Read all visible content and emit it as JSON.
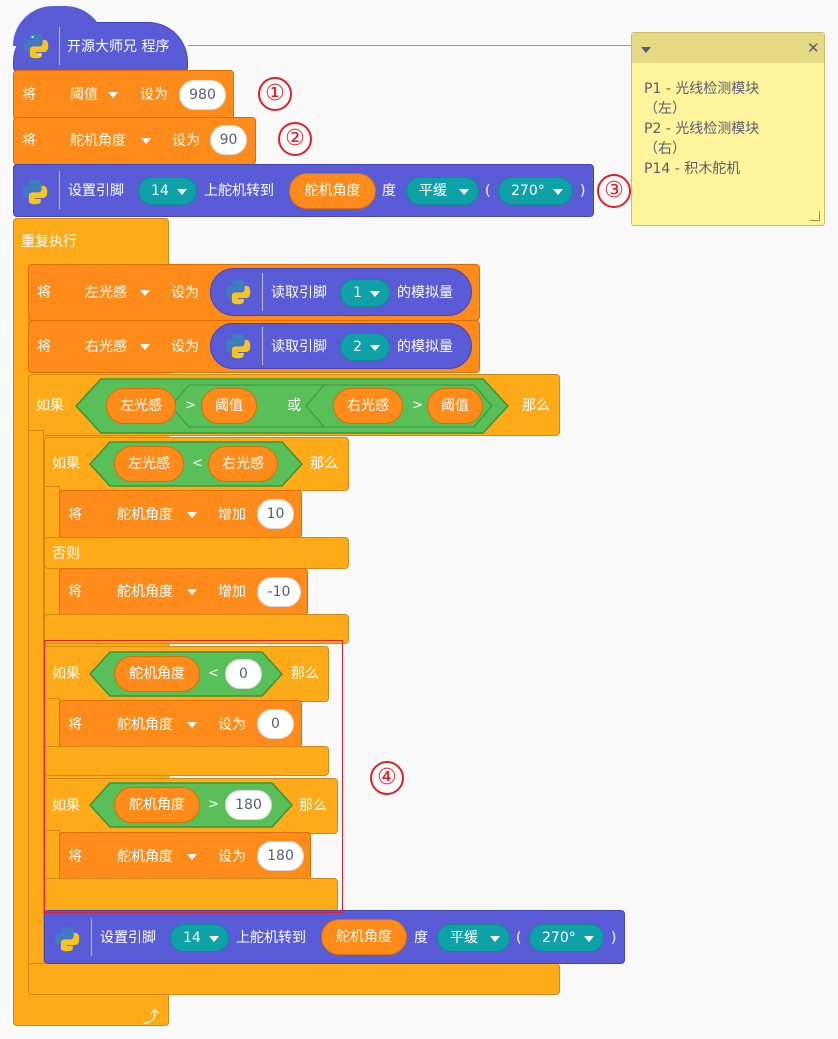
{
  "hat": {
    "title": "开源大师兄 程序"
  },
  "note": {
    "lines": [
      "P1 - 光线检测模块",
      "（左）",
      "P2 - 光线检测模块",
      "（右）",
      "P14 - 积木舵机"
    ]
  },
  "set1": {
    "keyword": "将",
    "var": "阈值",
    "op": "设为",
    "value": "980"
  },
  "set2": {
    "keyword": "将",
    "var": "舵机角度",
    "op": "设为",
    "value": "90"
  },
  "servo1": {
    "label_a": "设置引脚",
    "pin": "14",
    "label_b": "上舵机转到",
    "angle_var": "舵机角度",
    "label_c": "度",
    "speed": "平缓",
    "paren_open": "(",
    "range": "270°",
    "paren_close": ")"
  },
  "forever": {
    "label": "重复执行"
  },
  "left_read": {
    "keyword": "将",
    "var": "左光感",
    "op": "设为",
    "label_a": "读取引脚",
    "pin": "1",
    "label_b": "的模拟量"
  },
  "right_read": {
    "keyword": "将",
    "var": "右光感",
    "op": "设为",
    "label_a": "读取引脚",
    "pin": "2",
    "label_b": "的模拟量"
  },
  "if_outer": {
    "if": "如果",
    "then": "那么",
    "a_left": "左光感",
    "a_op": ">",
    "a_right": "阈值",
    "or": "或",
    "b_left": "右光感",
    "b_op": ">",
    "b_right": "阈值"
  },
  "if_inner": {
    "if": "如果",
    "then": "那么",
    "left": "左光感",
    "op": "<",
    "right": "右光感",
    "else": "否则"
  },
  "inc1": {
    "keyword": "将",
    "var": "舵机角度",
    "op": "增加",
    "value": "10"
  },
  "inc2": {
    "keyword": "将",
    "var": "舵机角度",
    "op": "增加",
    "value": "-10"
  },
  "if_min": {
    "if": "如果",
    "then": "那么",
    "left": "舵机角度",
    "op": "<",
    "right": "0"
  },
  "set_min": {
    "keyword": "将",
    "var": "舵机角度",
    "op": "设为",
    "value": "0"
  },
  "if_max": {
    "if": "如果",
    "then": "那么",
    "left": "舵机角度",
    "op": ">",
    "right": "180"
  },
  "set_max": {
    "keyword": "将",
    "var": "舵机角度",
    "op": "设为",
    "value": "180"
  },
  "servo2": {
    "label_a": "设置引脚",
    "pin": "14",
    "label_b": "上舵机转到",
    "angle_var": "舵机角度",
    "label_c": "度",
    "speed": "平缓",
    "paren_open": "(",
    "range": "270°",
    "paren_close": ")"
  },
  "badges": [
    "①",
    "②",
    "③",
    "④"
  ],
  "colors": {
    "control": "#ffab19",
    "variable": "#ff8c1a",
    "extension": "#5a5bd6",
    "operator": "#59c059",
    "dropdown": "#0fa1a8",
    "note": "#fef49c",
    "highlight": "#e0202a"
  }
}
